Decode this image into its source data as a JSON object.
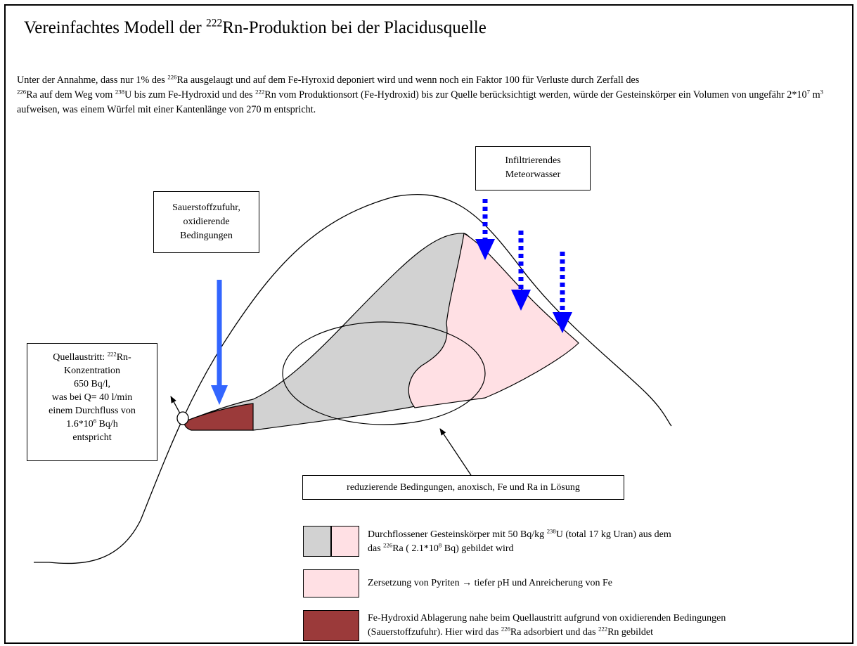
{
  "title": {
    "pre": "Vereinfachtes Modell der ",
    "sup": "222",
    "post": "Rn-Produktion bei der Placidusquelle"
  },
  "intro": {
    "p1": "Unter der Annahme, dass nur 1% des ",
    "s1": "226",
    "p2": "Ra ausgelaugt und auf dem Fe-Hyroxid  deponiert wird und wenn noch ein Faktor 100 für Verluste durch Zerfall des ",
    "s2": "226",
    "p3": "Ra auf dem Weg vom  ",
    "s3": "238",
    "p4": "U bis zum Fe-Hydroxid und des ",
    "s4": "222",
    "p5": "Rn vom Produktionsort (Fe-Hydroxid) bis zur Quelle berücksichtigt werden, würde der Gesteinskörper ein Volumen von ungefähr 2*10",
    "s5": "7",
    "p6": " m",
    "s6": "3",
    "p7": " aufweisen, was einem Würfel mit einer Kantenlänge von 270 m entspricht."
  },
  "labels": {
    "infiltration": {
      "l1": "Infiltrierendes",
      "l2": "Meteorwasser"
    },
    "oxygen": {
      "l1": "Sauerstoffzufuhr,",
      "l2": "oxidierende",
      "l3": "Bedingungen"
    },
    "spring": {
      "l1a": "Quellaustritt: ",
      "l1s": "222",
      "l1b": "Rn-",
      "l2": "Konzentration",
      "l3": "650 Bq/l,",
      "l4": "was bei Q= 40 l/min",
      "l5": "einem Durchfluss von",
      "l6a": "1.6*10",
      "l6s": "6",
      "l6b": " Bq/h",
      "l7": "entspricht"
    },
    "reducing": "reduzierende Bedingungen, anoxisch, Fe und Ra in Lösung"
  },
  "legend": {
    "item1": {
      "a": "Durchflossener Gesteinskörper mit 50 Bq/kg ",
      "s1": "238",
      "b": "U (total 17 kg Uran) aus dem",
      "c": "das ",
      "s2": "226",
      "d": "Ra ( 2.1*10",
      "s3": "8",
      "e": " Bq) gebildet wird"
    },
    "item2": {
      "a": "Zersetzung von Pyriten ",
      "arrow": "→",
      "b": " tiefer pH und Anreicherung von Fe"
    },
    "item3": {
      "a": "Fe-Hydroxid Ablagerung nahe beim Quellaustritt aufgrund von oxidierenden Bedingungen",
      "b": "(Sauerstoffzufuhr). Hier wird das ",
      "s1": "226",
      "c": "Ra adsorbiert und das ",
      "s2": "222",
      "d": "Rn gebildet"
    }
  },
  "colors": {
    "grey_zone": "#d2d2d2",
    "pink_zone": "#ffe0e4",
    "fe_hydroxide": "#9b3a3a",
    "water_arrow": "#0000ff",
    "oxygen_arrow": "#3366ff"
  }
}
